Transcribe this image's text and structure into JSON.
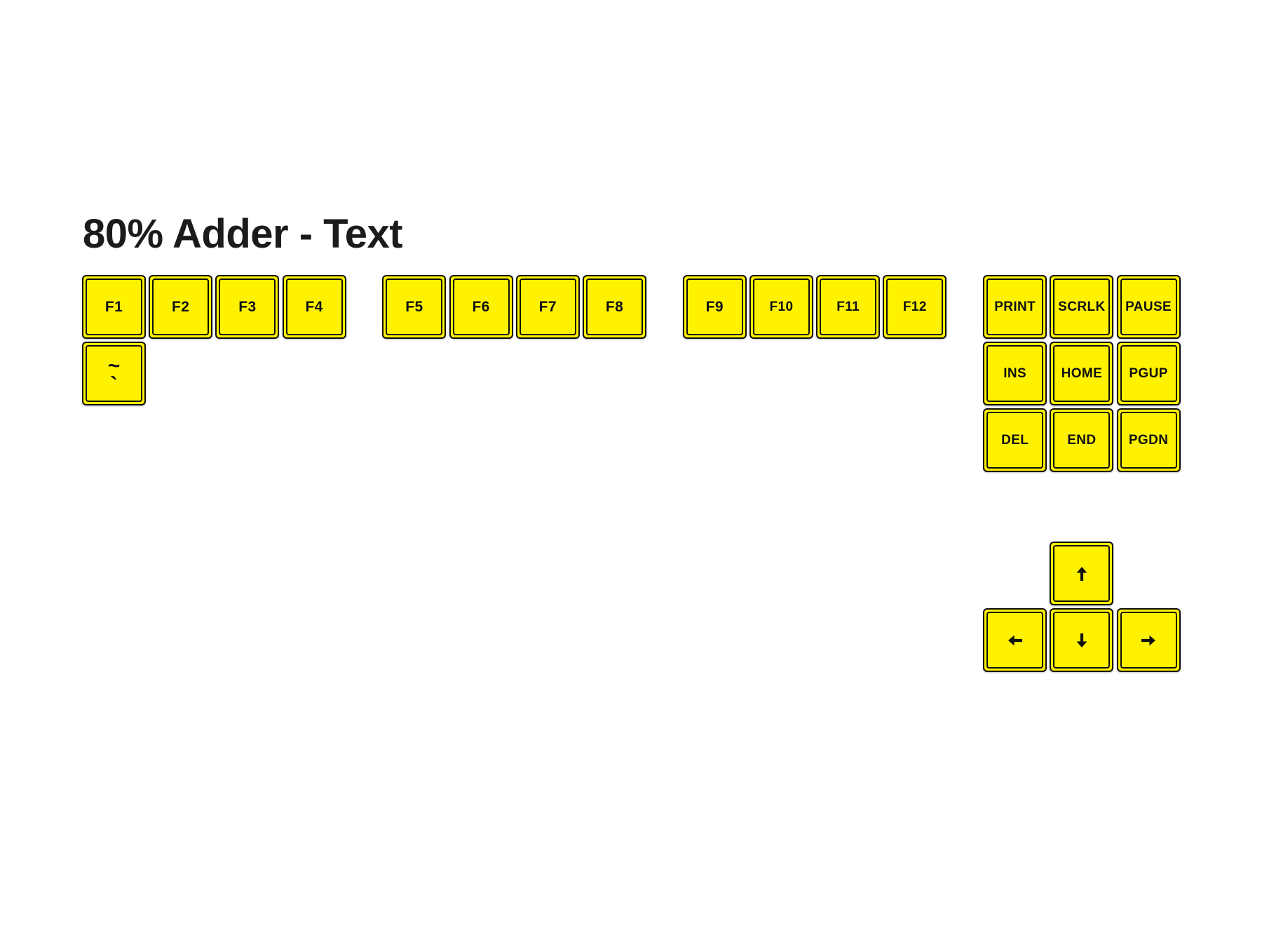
{
  "title": "80% Adder - Text",
  "colors": {
    "background": "#FFFFFF",
    "keycap_yellow": "#FFF200",
    "key_border": "#0D0D0D",
    "legend_black": "#101010",
    "title_black": "#1B1B1B"
  },
  "keys": [
    {
      "id": "f1",
      "label": "F1",
      "col": 0,
      "row": 0
    },
    {
      "id": "f2",
      "label": "F2",
      "col": 1,
      "row": 0
    },
    {
      "id": "f3",
      "label": "F3",
      "col": 2,
      "row": 0
    },
    {
      "id": "f4",
      "label": "F4",
      "col": 3,
      "row": 0
    },
    {
      "id": "f5",
      "label": "F5",
      "col": 4.5,
      "row": 0
    },
    {
      "id": "f6",
      "label": "F6",
      "col": 5.5,
      "row": 0
    },
    {
      "id": "f7",
      "label": "F7",
      "col": 6.5,
      "row": 0
    },
    {
      "id": "f8",
      "label": "F8",
      "col": 7.5,
      "row": 0
    },
    {
      "id": "f9",
      "label": "F9",
      "col": 9,
      "row": 0
    },
    {
      "id": "f10",
      "label": "F10",
      "col": 10,
      "row": 0
    },
    {
      "id": "f11",
      "label": "F11",
      "col": 11,
      "row": 0
    },
    {
      "id": "f12",
      "label": "F12",
      "col": 12,
      "row": 0
    },
    {
      "id": "print",
      "label": "PRINT",
      "col": 13.5,
      "row": 0
    },
    {
      "id": "scrlk",
      "label": "SCRLK",
      "col": 14.5,
      "row": 0
    },
    {
      "id": "pause",
      "label": "PAUSE",
      "col": 15.5,
      "row": 0
    },
    {
      "id": "tilde",
      "label": "~",
      "sub_label": "`",
      "col": 0,
      "row": 1
    },
    {
      "id": "ins",
      "label": "INS",
      "col": 13.5,
      "row": 1
    },
    {
      "id": "home",
      "label": "HOME",
      "col": 14.5,
      "row": 1
    },
    {
      "id": "pgup",
      "label": "PGUP",
      "col": 15.5,
      "row": 1
    },
    {
      "id": "del",
      "label": "DEL",
      "col": 13.5,
      "row": 2
    },
    {
      "id": "end",
      "label": "END",
      "col": 14.5,
      "row": 2
    },
    {
      "id": "pgdn",
      "label": "PGDN",
      "col": 15.5,
      "row": 2
    },
    {
      "id": "arrow-up",
      "icon": "arrow-up-icon",
      "col": 14.5,
      "row": 4
    },
    {
      "id": "arrow-left",
      "icon": "arrow-left-icon",
      "col": 13.5,
      "row": 5
    },
    {
      "id": "arrow-down",
      "icon": "arrow-down-icon",
      "col": 14.5,
      "row": 5
    },
    {
      "id": "arrow-right",
      "icon": "arrow-right-icon",
      "col": 15.5,
      "row": 5
    }
  ]
}
